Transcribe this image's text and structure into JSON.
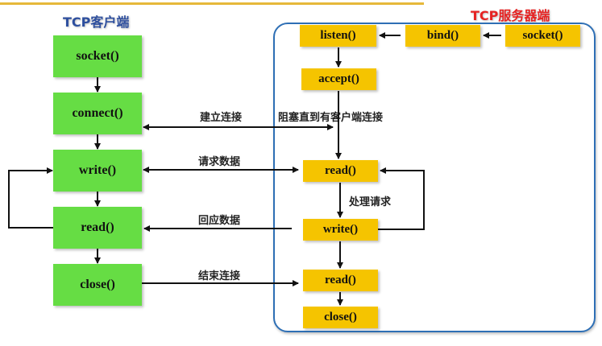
{
  "titles": {
    "client": "TCP客户端",
    "server": "TCP服务器端"
  },
  "client": {
    "steps": [
      "socket()",
      "connect()",
      "write()",
      "read()",
      "close()"
    ]
  },
  "server": {
    "setup": [
      "listen()",
      "bind()",
      "socket()"
    ],
    "accept": "accept()",
    "loop": [
      "read()",
      "write()"
    ],
    "teardown": [
      "read()",
      "close()"
    ]
  },
  "labels": {
    "connect": "建立连接",
    "block": "阻塞直到有客户端连接",
    "request": "请求数据",
    "process": "处理请求",
    "response": "回应数据",
    "close": "结束连接"
  },
  "colors": {
    "client_box": "#66dd44",
    "server_box": "#f5c400",
    "server_frame": "#2e6fb5",
    "client_title": "#2e4f9e",
    "server_title": "#e62222",
    "top_rule": "#e6b83a"
  }
}
